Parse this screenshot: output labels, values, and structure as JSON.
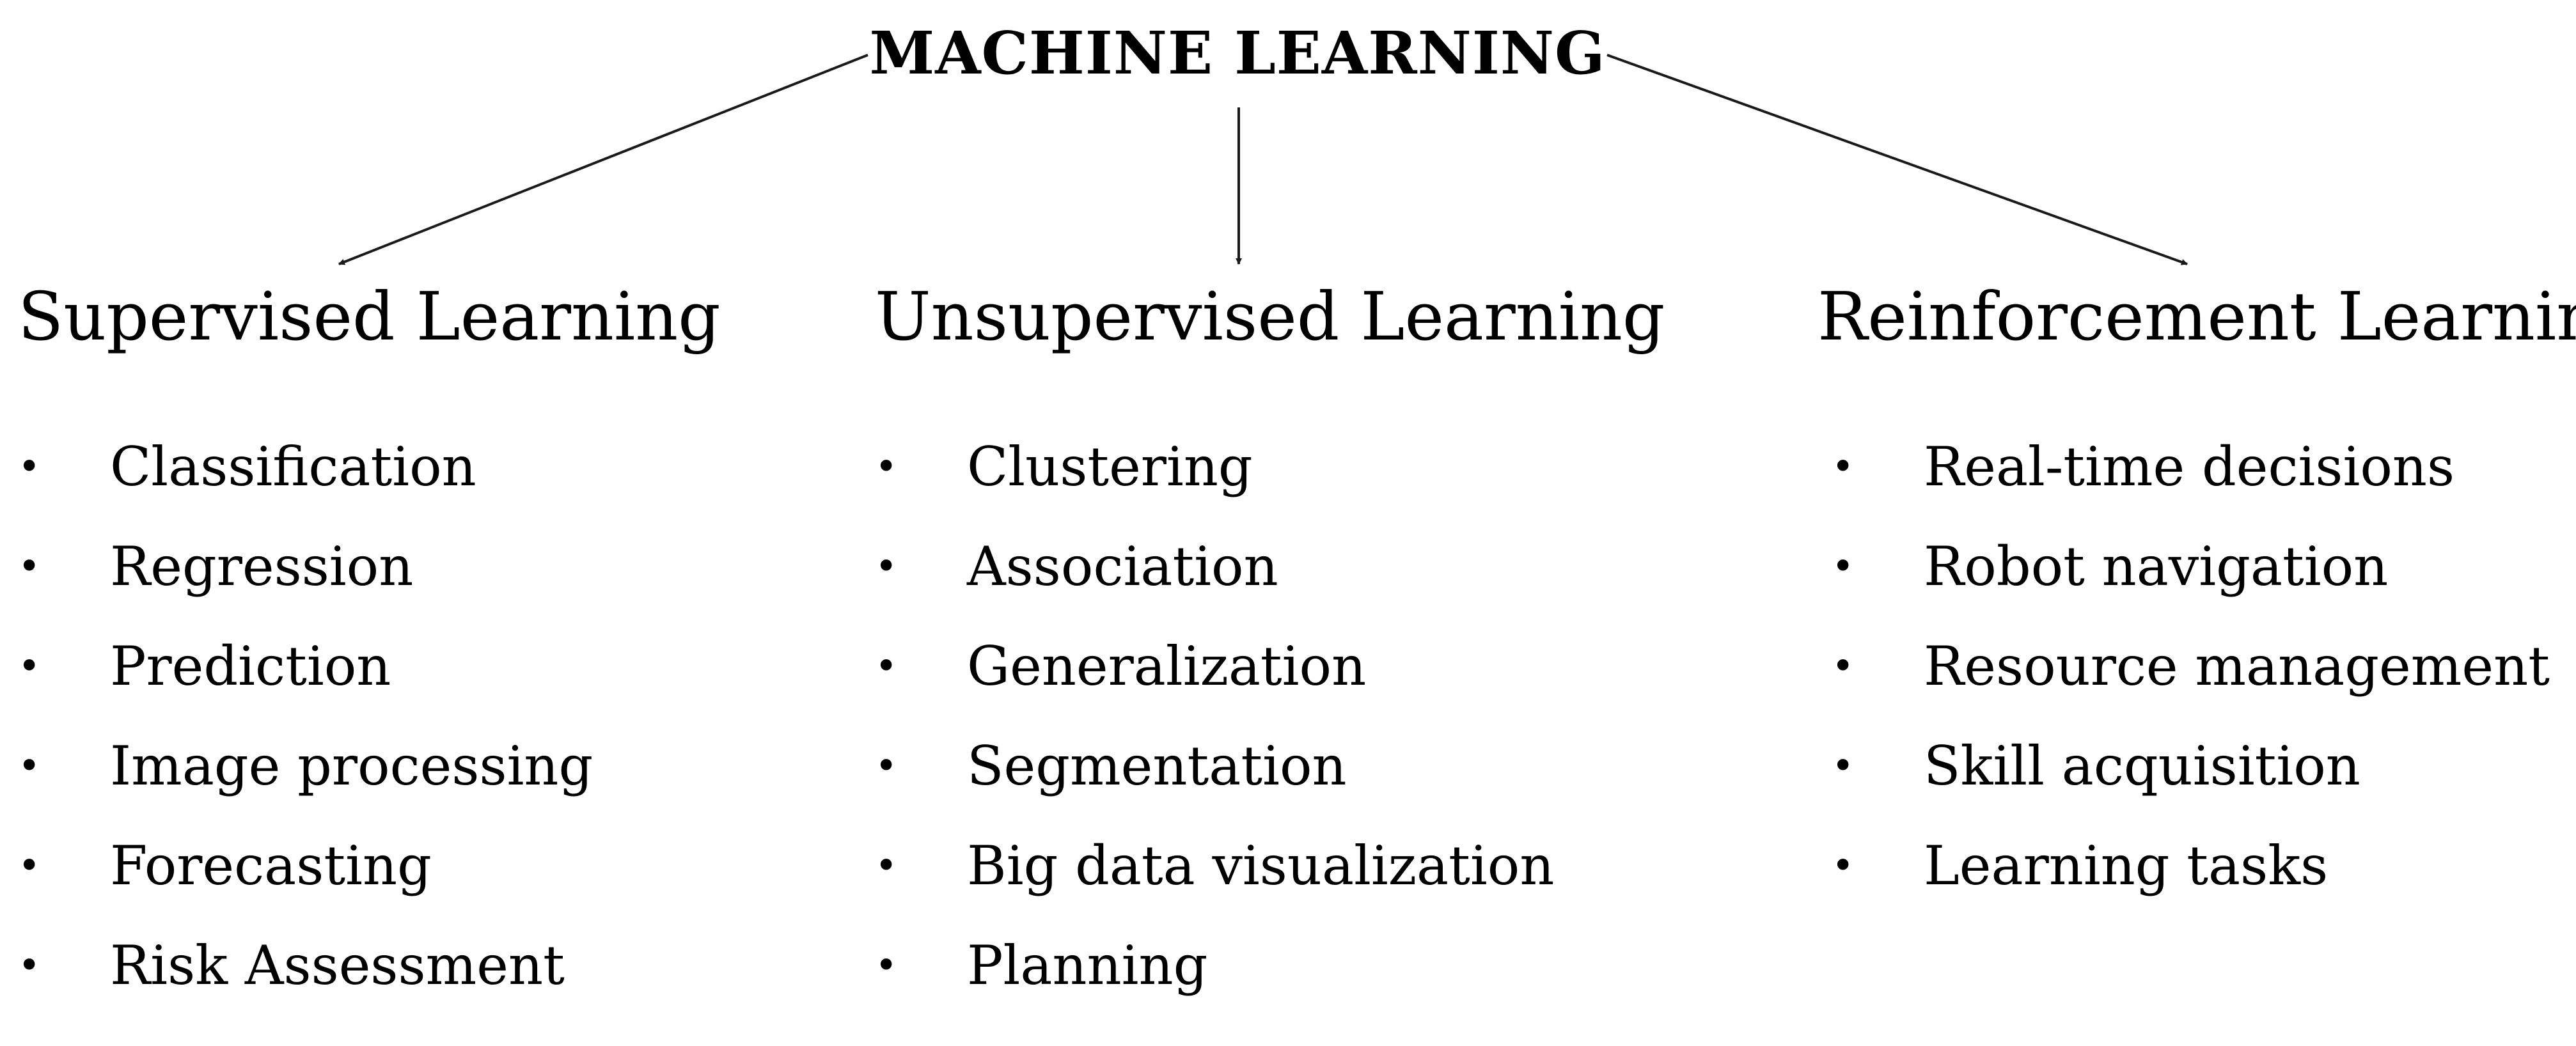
{
  "root": {
    "title": "MACHINE LEARNING"
  },
  "bullet_glyph": "•",
  "branches": [
    {
      "title": "Supervised Learning",
      "items": [
        "Classification",
        "Regression",
        "Prediction",
        "Image processing",
        "Forecasting",
        "Risk Assessment"
      ]
    },
    {
      "title": "Unsupervised Learning",
      "items": [
        "Clustering",
        "Association",
        "Generalization",
        "Segmentation",
        "Big data visualization",
        "Planning"
      ]
    },
    {
      "title": "Reinforcement Learning",
      "items": [
        "Real-time decisions",
        "Robot navigation",
        "Resource management",
        "Skill acquisition",
        "Learning tasks"
      ]
    }
  ],
  "colors": {
    "text": "#000000",
    "line": "#1a1a1a",
    "background": "#ffffff"
  }
}
